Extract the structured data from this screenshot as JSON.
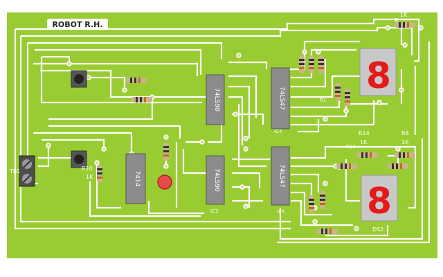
{
  "board": {
    "title": "ROBOT R.H.",
    "colors": {
      "pcb": "#99cc33",
      "trace": "#ffffff",
      "chip": "#8c8c8c",
      "display": "#c8c8c8",
      "segment": "#e61a1a",
      "led": "#e84a4a"
    }
  },
  "chips": [
    {
      "id": "ic-7414",
      "label": "7414",
      "ref": ""
    },
    {
      "id": "ic-74ls90-top",
      "label": "74LS90",
      "ref": ""
    },
    {
      "id": "ic-74ls90-bottom",
      "label": "74LS90",
      "ref": "IC2"
    },
    {
      "id": "ic-74ls47-top",
      "label": "74LS47",
      "ref": "IC4"
    },
    {
      "id": "ic-74ls47-bottom",
      "label": "74LS47",
      "ref": "IC5"
    }
  ],
  "resistors": [
    {
      "id": "r10",
      "ref": "R10",
      "value": "1K"
    },
    {
      "id": "r14",
      "ref": "R14",
      "value": "1K"
    },
    {
      "id": "r6",
      "ref": "R6",
      "value": "1K"
    },
    {
      "id": "r-top",
      "ref": "R",
      "value": "1K"
    },
    {
      "id": "r11",
      "ref": "R11",
      "value": ""
    },
    {
      "id": "r-mid",
      "ref": "R1",
      "value": ""
    }
  ],
  "displays": [
    {
      "id": "ds1",
      "ref": "",
      "digit": "8"
    },
    {
      "id": "ds2",
      "ref": "DS2",
      "digit": "8"
    }
  ],
  "connector": {
    "ref": "TB1"
  }
}
